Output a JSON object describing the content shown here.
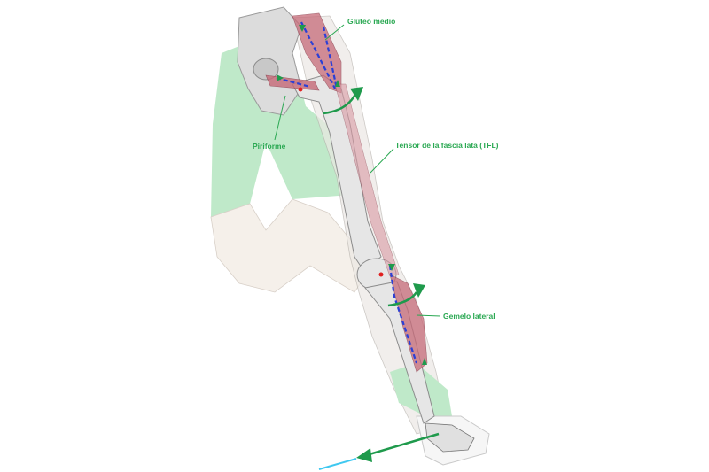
{
  "labels": {
    "gluteus_medius": "Glúteo medio",
    "piriformis": "Piriforme",
    "tfl": "Tensor de la fascia lata (TFL)",
    "lateral_gastrocnemius": "Gemelo lateral"
  },
  "colors": {
    "label_green": "#2aa852",
    "arrow_green": "#1f9a4c",
    "shirt_green": "#bfe9c9",
    "muscle_red": "#c66a78",
    "line_blue": "#2b3fd6",
    "line_cyan": "#3fc8f0"
  }
}
